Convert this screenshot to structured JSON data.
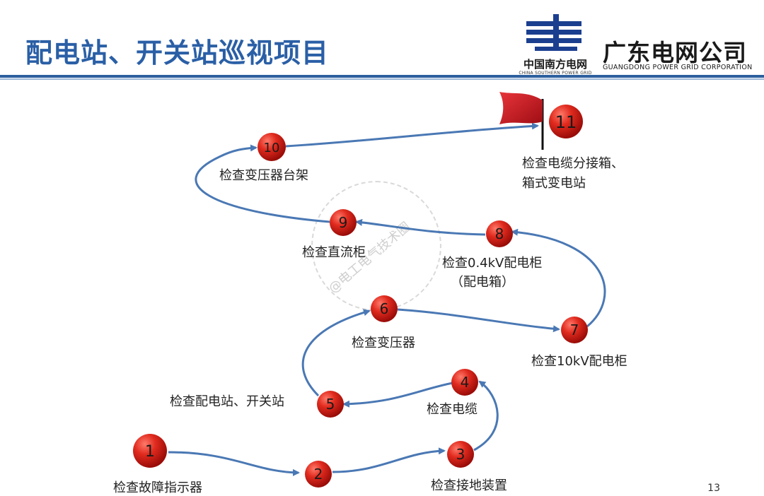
{
  "title": "配电站、开关站巡视项目",
  "logo": {
    "cn": "中国南方电网",
    "en": "CHINA SOUTHERN POWER GRID"
  },
  "company": {
    "cn": "广东电网公司",
    "en": "GUANGDONG POWER GRID CORPORATION"
  },
  "watermark": "@电工电气技术圈",
  "page_number": "13",
  "colors": {
    "title": "#2a5fa6",
    "accent_rule": "#2c5f9e",
    "node": "#d9241c",
    "arrow": "#4a78b4",
    "flag": "#c0141b"
  },
  "steps": [
    {
      "num": "1",
      "label": "检查故障指示器"
    },
    {
      "num": "2",
      "label": ""
    },
    {
      "num": "3",
      "label": "检查接地装置"
    },
    {
      "num": "4",
      "label": "检查电缆"
    },
    {
      "num": "5",
      "label": "检查配电站、开关站"
    },
    {
      "num": "6",
      "label": "检查变压器"
    },
    {
      "num": "7",
      "label": "检查10kV配电柜"
    },
    {
      "num": "8",
      "label": "检查0.4kV配电柜",
      "label2": "（配电箱）"
    },
    {
      "num": "9",
      "label": "检查直流柜"
    },
    {
      "num": "10",
      "label": "检查变压器台架"
    },
    {
      "num": "11",
      "label": "检查电缆分接箱、",
      "label2": "箱式变电站"
    }
  ]
}
